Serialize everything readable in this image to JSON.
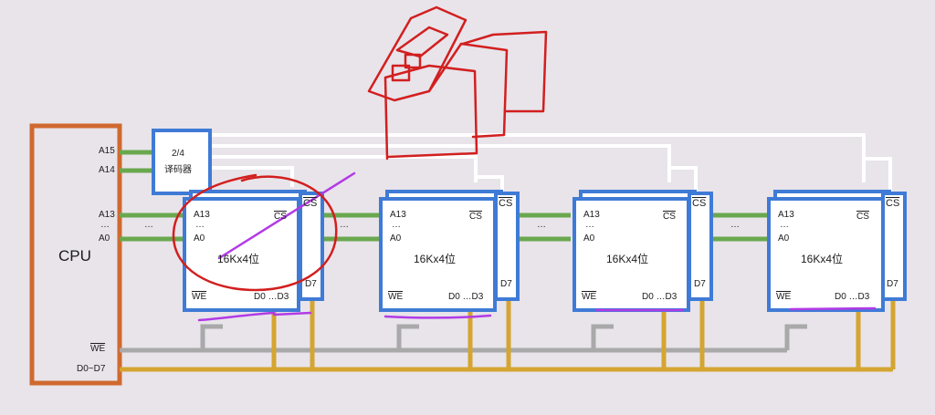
{
  "cpu": {
    "label": "CPU",
    "pins": {
      "a15": "A15",
      "a14": "A14",
      "a13": "A13",
      "dots": "…",
      "a0": "A0",
      "we": "WE",
      "data": "D0~D7"
    }
  },
  "decoder": {
    "line1": "2/4",
    "line2": "译码器"
  },
  "chips": [
    {
      "name": "16Kx4位",
      "a13": "A13",
      "dots": "…",
      "a0": "A0",
      "cs_in": "CS",
      "cs_box": "CS",
      "we": "WE",
      "d_low": "D0 …D3",
      "d_high": "D7"
    },
    {
      "name": "16Kx4位",
      "a13": "A13",
      "dots": "…",
      "a0": "A0",
      "cs_in": "CS",
      "cs_box": "CS",
      "we": "WE",
      "d_low": "D0 …D3",
      "d_high": "D7"
    },
    {
      "name": "16Kx4位",
      "a13": "A13",
      "dots": "…",
      "a0": "A0",
      "cs_in": "CS",
      "cs_box": "CS",
      "we": "WE",
      "d_low": "D0 …D3",
      "d_high": "D7"
    },
    {
      "name": "16Kx4位",
      "a13": "A13",
      "dots": "…",
      "a0": "A0",
      "cs_in": "CS",
      "cs_box": "CS",
      "we": "WE",
      "d_low": "D0 …D3",
      "d_high": "D7"
    }
  ],
  "bus_dots": "…",
  "colors": {
    "background": "#e8e4ea",
    "cpu_border": "#d0692f",
    "chip_border": "#3f7bd6",
    "address_bus": "#6aa84f",
    "we_line": "#a9a9a9",
    "data_bus": "#d4a531",
    "select_line": "#ffffff",
    "annotation_red": "#d21f1f",
    "annotation_purple": "#b23be6"
  }
}
